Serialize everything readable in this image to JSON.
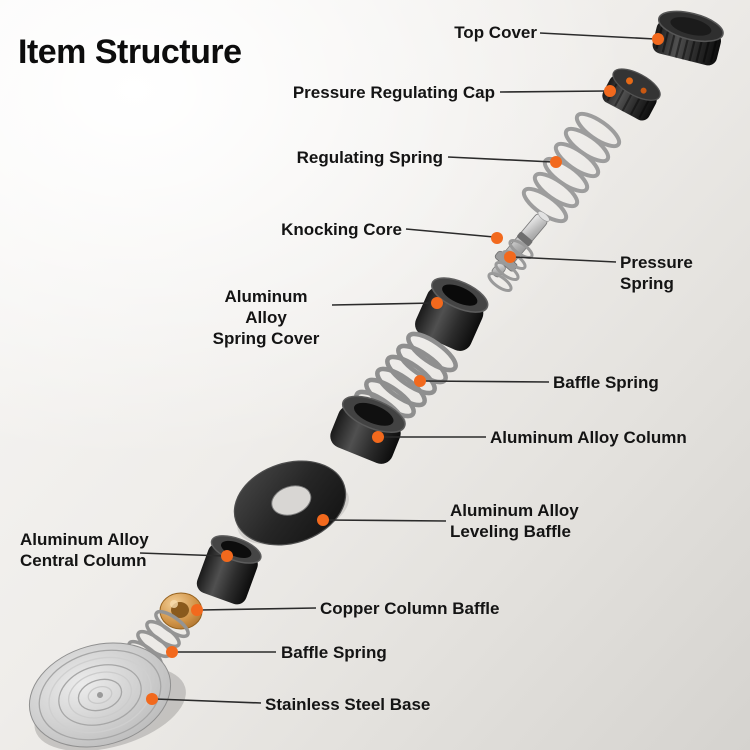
{
  "title": "Item Structure",
  "labels": [
    {
      "id": "top-cover",
      "text": "Top Cover"
    },
    {
      "id": "pressure-regulating-cap",
      "text": "Pressure Regulating Cap"
    },
    {
      "id": "regulating-spring",
      "text": "Regulating Spring"
    },
    {
      "id": "knocking-core",
      "text": "Knocking Core"
    },
    {
      "id": "pressure-spring",
      "text": "Pressure Spring"
    },
    {
      "id": "aluminum-alloy-spring-cover",
      "text": "Aluminum Alloy\nSpring Cover"
    },
    {
      "id": "baffle-spring-upper",
      "text": "Baffle Spring"
    },
    {
      "id": "aluminum-alloy-column",
      "text": "Aluminum Alloy Column"
    },
    {
      "id": "aluminum-alloy-leveling-baffle",
      "text": "Aluminum Alloy\nLeveling Baffle"
    },
    {
      "id": "aluminum-alloy-central-column",
      "text": "Aluminum Alloy\nCentral Column"
    },
    {
      "id": "copper-column-baffle",
      "text": "Copper Column Baffle"
    },
    {
      "id": "baffle-spring-lower",
      "text": "Baffle Spring"
    },
    {
      "id": "stainless-steel-base",
      "text": "Stainless Steel Base"
    }
  ],
  "colors": {
    "accent": "#f2691d",
    "leader": "#2b2b2b",
    "title": "#0d0d0d",
    "label": "#141414"
  }
}
